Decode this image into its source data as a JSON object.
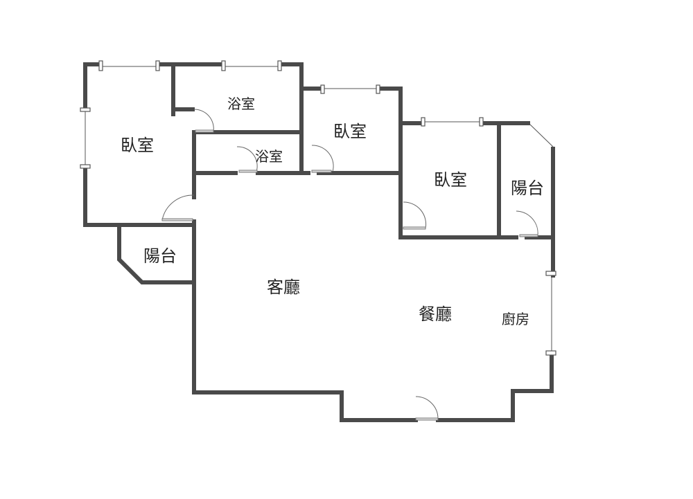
{
  "rooms": {
    "bedroom_left": "臥室",
    "bathroom_top": "浴室",
    "bathroom_small": "浴室",
    "bedroom_middle": "臥室",
    "bedroom_right": "臥室",
    "balcony_right": "陽台",
    "balcony_left": "陽台",
    "living_room": "客廳",
    "dining_room": "餐廳",
    "kitchen": "廚房"
  },
  "colors": {
    "wall": "#4a4a4a",
    "background": "#ffffff"
  }
}
